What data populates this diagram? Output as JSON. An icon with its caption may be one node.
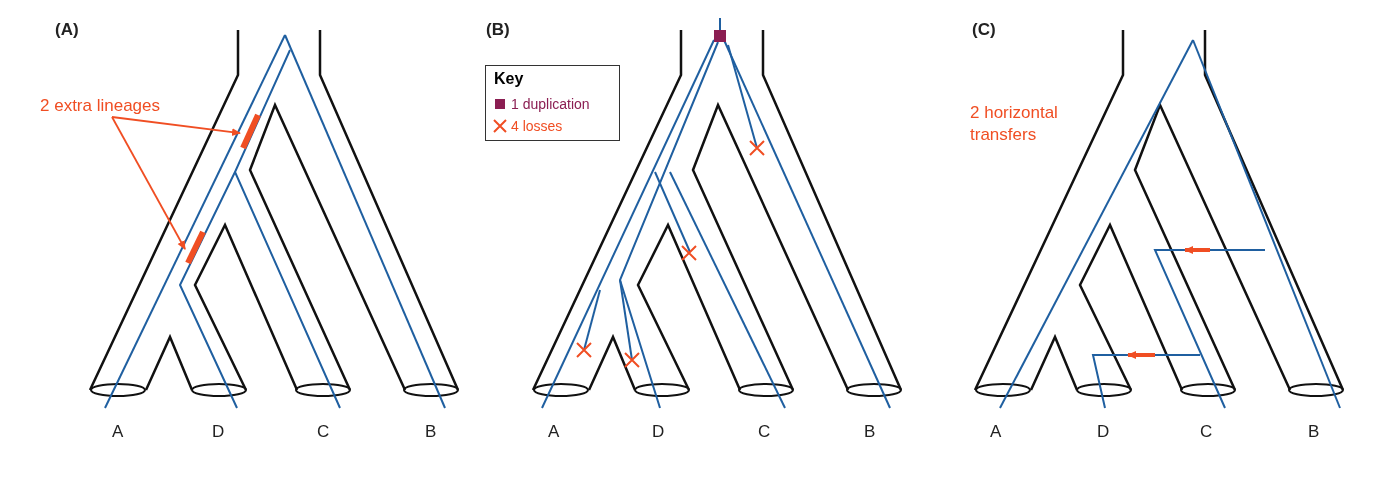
{
  "diagram": {
    "nodes": [
      {
        "text": [
          "2 extra lineages"
        ]
      },
      {
        "text": [],
        "shape": "bar"
      },
      {
        "text": [],
        "shape": "bar"
      }
    ],
    "edges": [
      {
        "from": 0,
        "to": 1,
        "arrow": "to"
      },
      {
        "from": 0,
        "to": 2,
        "arrow": "to"
      }
    ],
    "labels": [
      "(A)",
      "A",
      "D",
      "C",
      "B",
      "(B)",
      "Key",
      "A",
      "D",
      "C",
      "B",
      "(C)",
      "2 horizontal transfers",
      "A",
      "D",
      "C",
      "B"
    ],
    "legend": [
      {
        "text": "1 duplication",
        "color": "#8b1e52"
      },
      {
        "text": "4 losses"
      }
    ]
  }
}
